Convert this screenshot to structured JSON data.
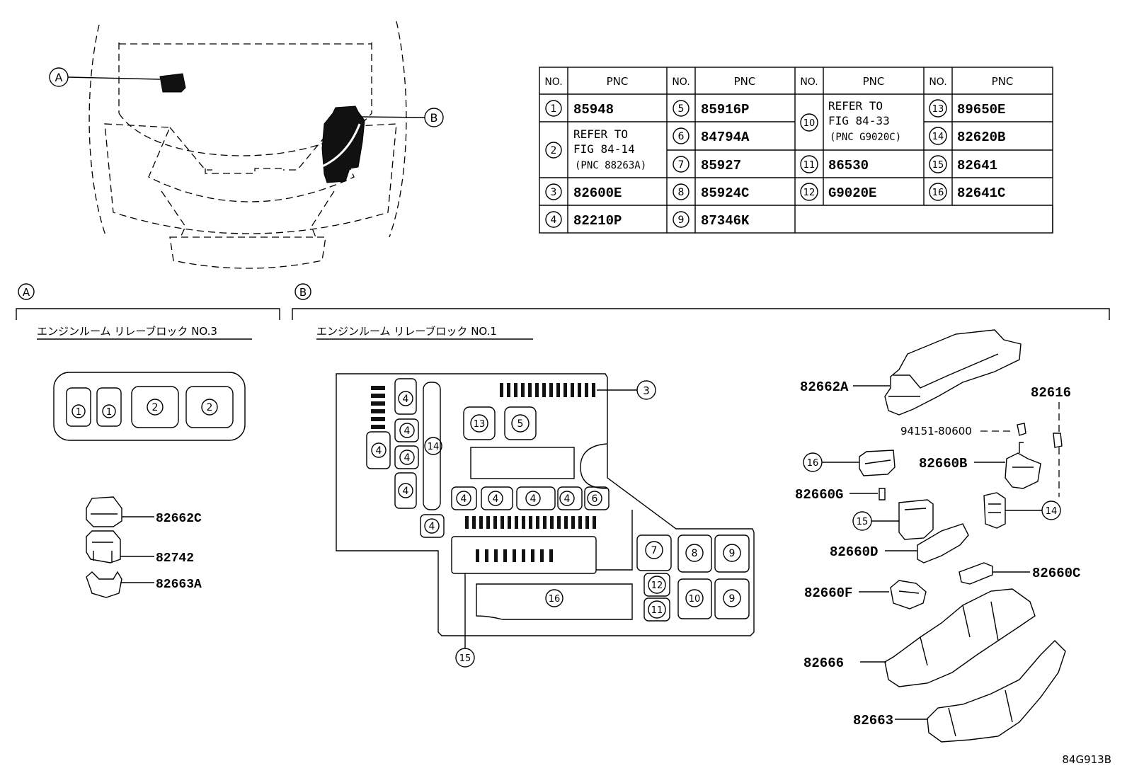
{
  "callouts": {
    "a": "A",
    "b": "B"
  },
  "section_a": {
    "letter": "A",
    "title": "エンジンルーム リレーブロック NO.3"
  },
  "section_b": {
    "letter": "B",
    "title": "エンジンルーム リレーブロック NO.1"
  },
  "table": {
    "header_no": "NO.",
    "header_pnc": "PNC",
    "col1": [
      {
        "no": "1",
        "pnc": "85948"
      },
      {
        "no": "2",
        "pnc_lines": [
          "REFER TO",
          "FIG 84-14",
          "(PNC 88263A)"
        ]
      },
      {
        "no": "3",
        "pnc": "82600E"
      },
      {
        "no": "4",
        "pnc": "82210P"
      }
    ],
    "col2": [
      {
        "no": "5",
        "pnc": "85916P"
      },
      {
        "no": "6",
        "pnc": "84794A"
      },
      {
        "no": "7",
        "pnc": "85927"
      },
      {
        "no": "8",
        "pnc": "85924C"
      },
      {
        "no": "9",
        "pnc": "87346K"
      }
    ],
    "col3": [
      {
        "no": "10",
        "pnc_lines": [
          "REFER TO",
          "FIG 84-33",
          "(PNC G9020C)"
        ]
      },
      {
        "no": "11",
        "pnc": "86530"
      },
      {
        "no": "12",
        "pnc": "G9020E"
      }
    ],
    "col4": [
      {
        "no": "13",
        "pnc": "89650E"
      },
      {
        "no": "14",
        "pnc": "82620B"
      },
      {
        "no": "15",
        "pnc": "82641"
      },
      {
        "no": "16",
        "pnc": "82641C"
      }
    ]
  },
  "block_a": {
    "relays": [
      "1",
      "1",
      "2",
      "2"
    ],
    "parts": [
      "82662C",
      "82742",
      "82663A"
    ]
  },
  "block_b": {
    "slot_labels": {
      "s4": "4",
      "s5": "5",
      "s6": "6",
      "s7": "7",
      "s8": "8",
      "s9": "9",
      "s10": "10",
      "s11": "11",
      "s12": "12",
      "s13": "13",
      "s14": "14",
      "s16": "16"
    },
    "callout_3": "3",
    "callout_15": "15"
  },
  "exploded": {
    "labels": {
      "p82662A": "82662A",
      "p82616": "82616",
      "p9415180600": "94151-80600",
      "c16": "16",
      "p82660B": "82660B",
      "p82660G": "82660G",
      "c14": "14",
      "c15": "15",
      "p82660D": "82660D",
      "p82660C": "82660C",
      "p82660F": "82660F",
      "p82666": "82666",
      "p82663": "82663"
    }
  },
  "figure_code": "84G913B"
}
